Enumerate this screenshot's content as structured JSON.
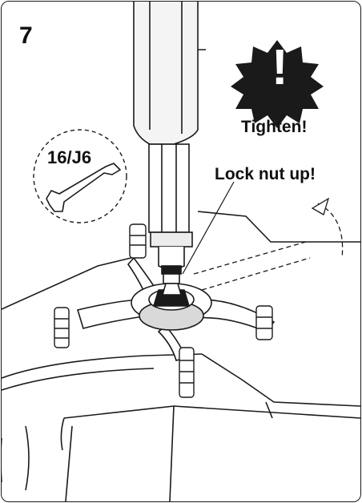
{
  "step": {
    "number": "7"
  },
  "warning": {
    "glyph": "!",
    "label": "Tighten!",
    "icon": "exclamation-starburst-icon"
  },
  "callout": {
    "label": "Lock nut up!"
  },
  "tool": {
    "label": "16/J6",
    "icon": "open-end-wrench-icon"
  },
  "colors": {
    "ink": "#1a1a1a",
    "paper": "#ffffff",
    "shade": "#d9d9d9"
  }
}
